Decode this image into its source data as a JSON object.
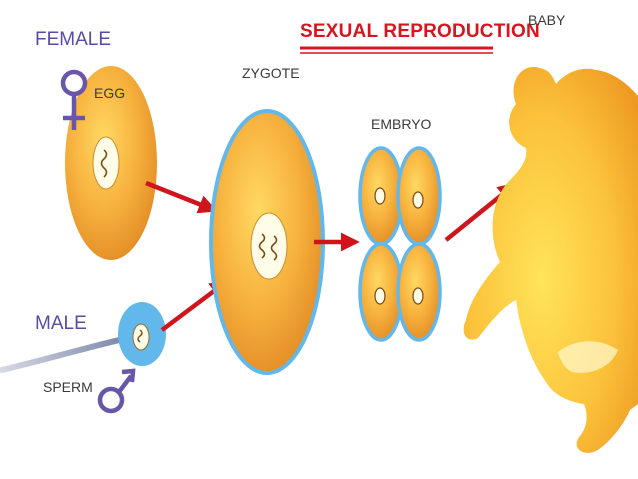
{
  "title": "SEXUAL REPRODUCTION",
  "labels": {
    "female": "FEMALE",
    "egg": "EGG",
    "male": "MALE",
    "sperm": "SPERM",
    "zygote": "ZYGOTE",
    "embryo": "EMBRYO",
    "baby": "BABY"
  },
  "icons": [
    "female-symbol-icon",
    "male-symbol-icon"
  ],
  "colors": {
    "title": "#d8141e",
    "arrow": "#d0141c",
    "symbol": "#6a56a8",
    "cell_outline": "#5aaee0",
    "cell_fill_light": "#ffd35a",
    "cell_fill_dark": "#e8962a"
  }
}
